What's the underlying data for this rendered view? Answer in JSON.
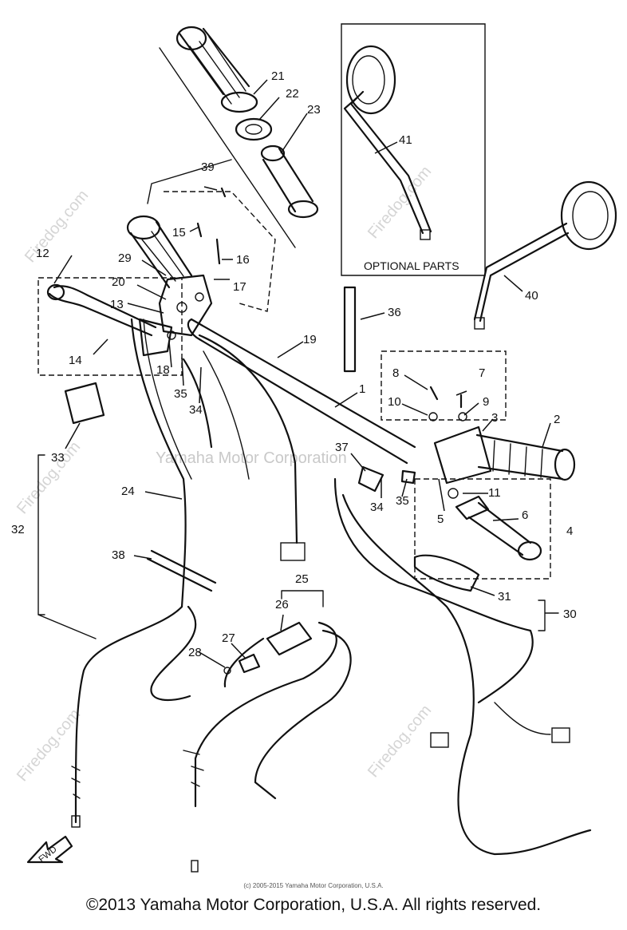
{
  "diagram": {
    "optional_label": "OPTIONAL PARTS",
    "fwd_label": "FWD",
    "watermark_center": "Yamaha Motor Corporation",
    "watermark_site": "Firedog.com",
    "callouts": [
      "1",
      "2",
      "3",
      "4",
      "5",
      "6",
      "7",
      "8",
      "9",
      "10",
      "11",
      "12",
      "13",
      "14",
      "15",
      "16",
      "17",
      "18",
      "19",
      "20",
      "21",
      "22",
      "23",
      "24",
      "25",
      "26",
      "27",
      "28",
      "29",
      "30",
      "31",
      "32",
      "33",
      "34",
      "35",
      "36",
      "37",
      "38",
      "39",
      "40",
      "41"
    ]
  },
  "footer": {
    "small_copyright": "(c) 2005-2015 Yamaha Motor Corporation, U.S.A.",
    "copyright": "©2013 Yamaha Motor Corporation, U.S.A. All rights reserved."
  }
}
